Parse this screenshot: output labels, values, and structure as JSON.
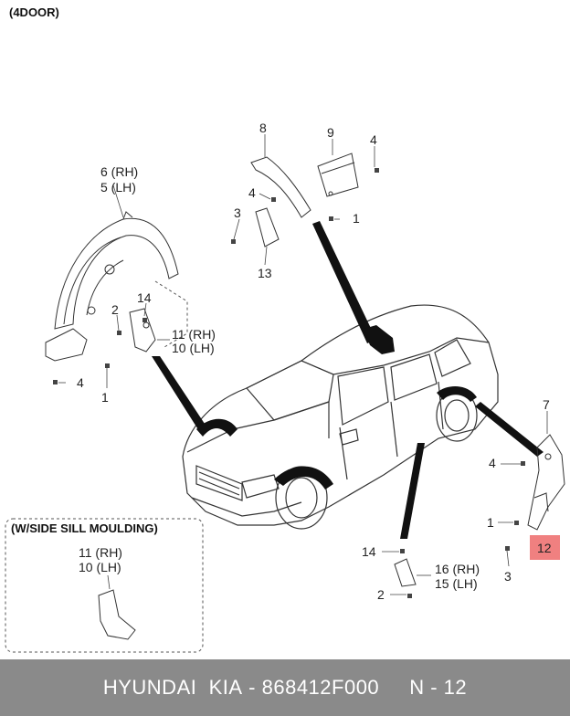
{
  "header": {
    "variant": "(4DOOR)"
  },
  "inset": {
    "title": "(W/SIDE SILL MOULDING)",
    "label_rh": "11 (RH)",
    "label_lh": "10 (LH)"
  },
  "labels": {
    "p6": "6 (RH)",
    "p5": "5 (LH)",
    "p8": "8",
    "p9": "9",
    "p4a": "4",
    "p4b": "4",
    "p3a": "3",
    "p1a": "1",
    "p13": "13",
    "p14a": "14",
    "p2a": "2",
    "p11": "11 (RH)",
    "p10": "10 (LH)",
    "p4c": "4",
    "p1b": "1",
    "p7": "7",
    "p4d": "4",
    "p1c": "1",
    "p12": "12",
    "p3b": "3",
    "p14b": "14",
    "p16": "16 (RH)",
    "p15": "15 (LH)",
    "p2b": "2"
  },
  "highlight": {
    "part": "12",
    "color": "#f08080"
  },
  "footer": {
    "brand": "HYUNDAI  KIA",
    "part_number": "868412F000",
    "page": "N - 12"
  }
}
